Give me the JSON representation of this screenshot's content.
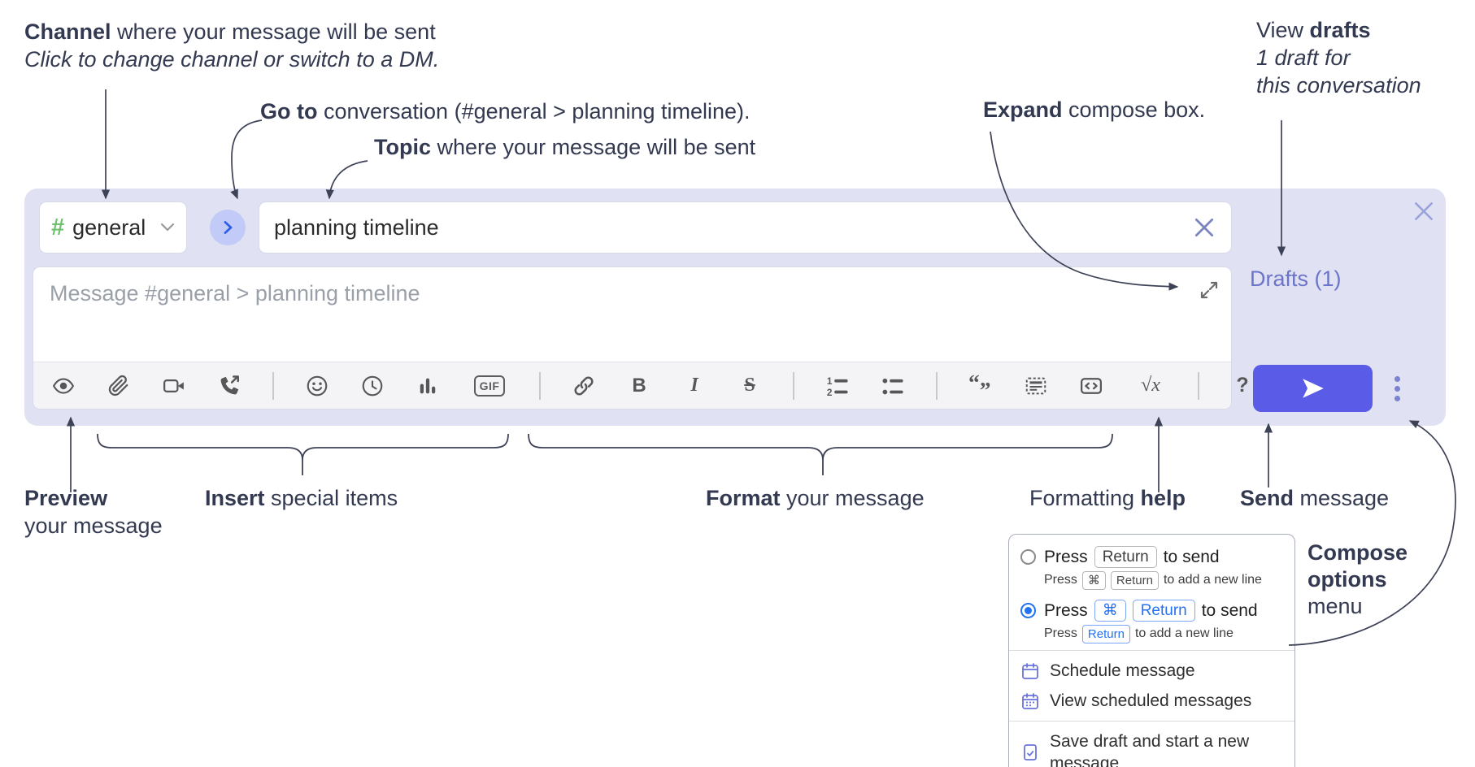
{
  "annotations": {
    "channel": {
      "bold": "Channel",
      "text": " where your message will be sent",
      "italic": "Click to change channel or switch to a DM."
    },
    "goto": {
      "bold": "Go to",
      "text": " conversation (#general > planning timeline)."
    },
    "topic": {
      "bold": "Topic",
      "text": " where your message will be sent"
    },
    "expand": {
      "bold": "Expand",
      "text": " compose box."
    },
    "drafts": {
      "text": "View ",
      "bold": "drafts",
      "italic_line1": "1 draft for",
      "italic_line2": "this conversation"
    },
    "preview": {
      "bold": "Preview",
      "line2": "your message"
    },
    "insert": {
      "bold": "Insert",
      "text": " special items"
    },
    "format": {
      "bold": "Format",
      "text": " your message"
    },
    "help": {
      "text": "Formatting ",
      "bold": "help"
    },
    "send": {
      "bold": "Send",
      "text": " message"
    },
    "compose_options": {
      "bold_line1": "Compose",
      "bold_line2": "options",
      "line3": "menu"
    }
  },
  "compose": {
    "channel_hash": "#",
    "channel_name": "general",
    "topic_value": "planning timeline",
    "message_placeholder": "Message #general > planning timeline",
    "drafts_link": "Drafts (1)"
  },
  "toolbar": {
    "bold": "B",
    "italic": "I",
    "strike": "S",
    "gif": "GIF",
    "ol1": "1",
    "ol2": "2",
    "quote_open": "“",
    "quote_close": "”",
    "math": "√x",
    "help": "?"
  },
  "popup": {
    "option1": {
      "selected": false,
      "press": "Press",
      "key_return": "Return",
      "to_send": "to send",
      "sub_press": "Press",
      "sub_key_cmd": "⌘",
      "sub_key_return": "Return",
      "sub_text": "to add a new line"
    },
    "option2": {
      "selected": true,
      "press": "Press",
      "key_cmd": "⌘",
      "key_return": "Return",
      "to_send": "to send",
      "sub_press": "Press",
      "sub_key_return": "Return",
      "sub_text": "to add a new line"
    },
    "items": [
      {
        "label": "Schedule message"
      },
      {
        "label": "View scheduled messages"
      },
      {
        "label": "Save draft and start a new message"
      }
    ]
  },
  "colors": {
    "compose_bg": "#e0e2f3",
    "send_button": "#5a5ce8",
    "drafts_link": "#6b74c8",
    "channel_hash_green": "#6fc06f",
    "radio_selected_blue": "#2472f2",
    "menu_icon_purple": "#6a73dd"
  }
}
